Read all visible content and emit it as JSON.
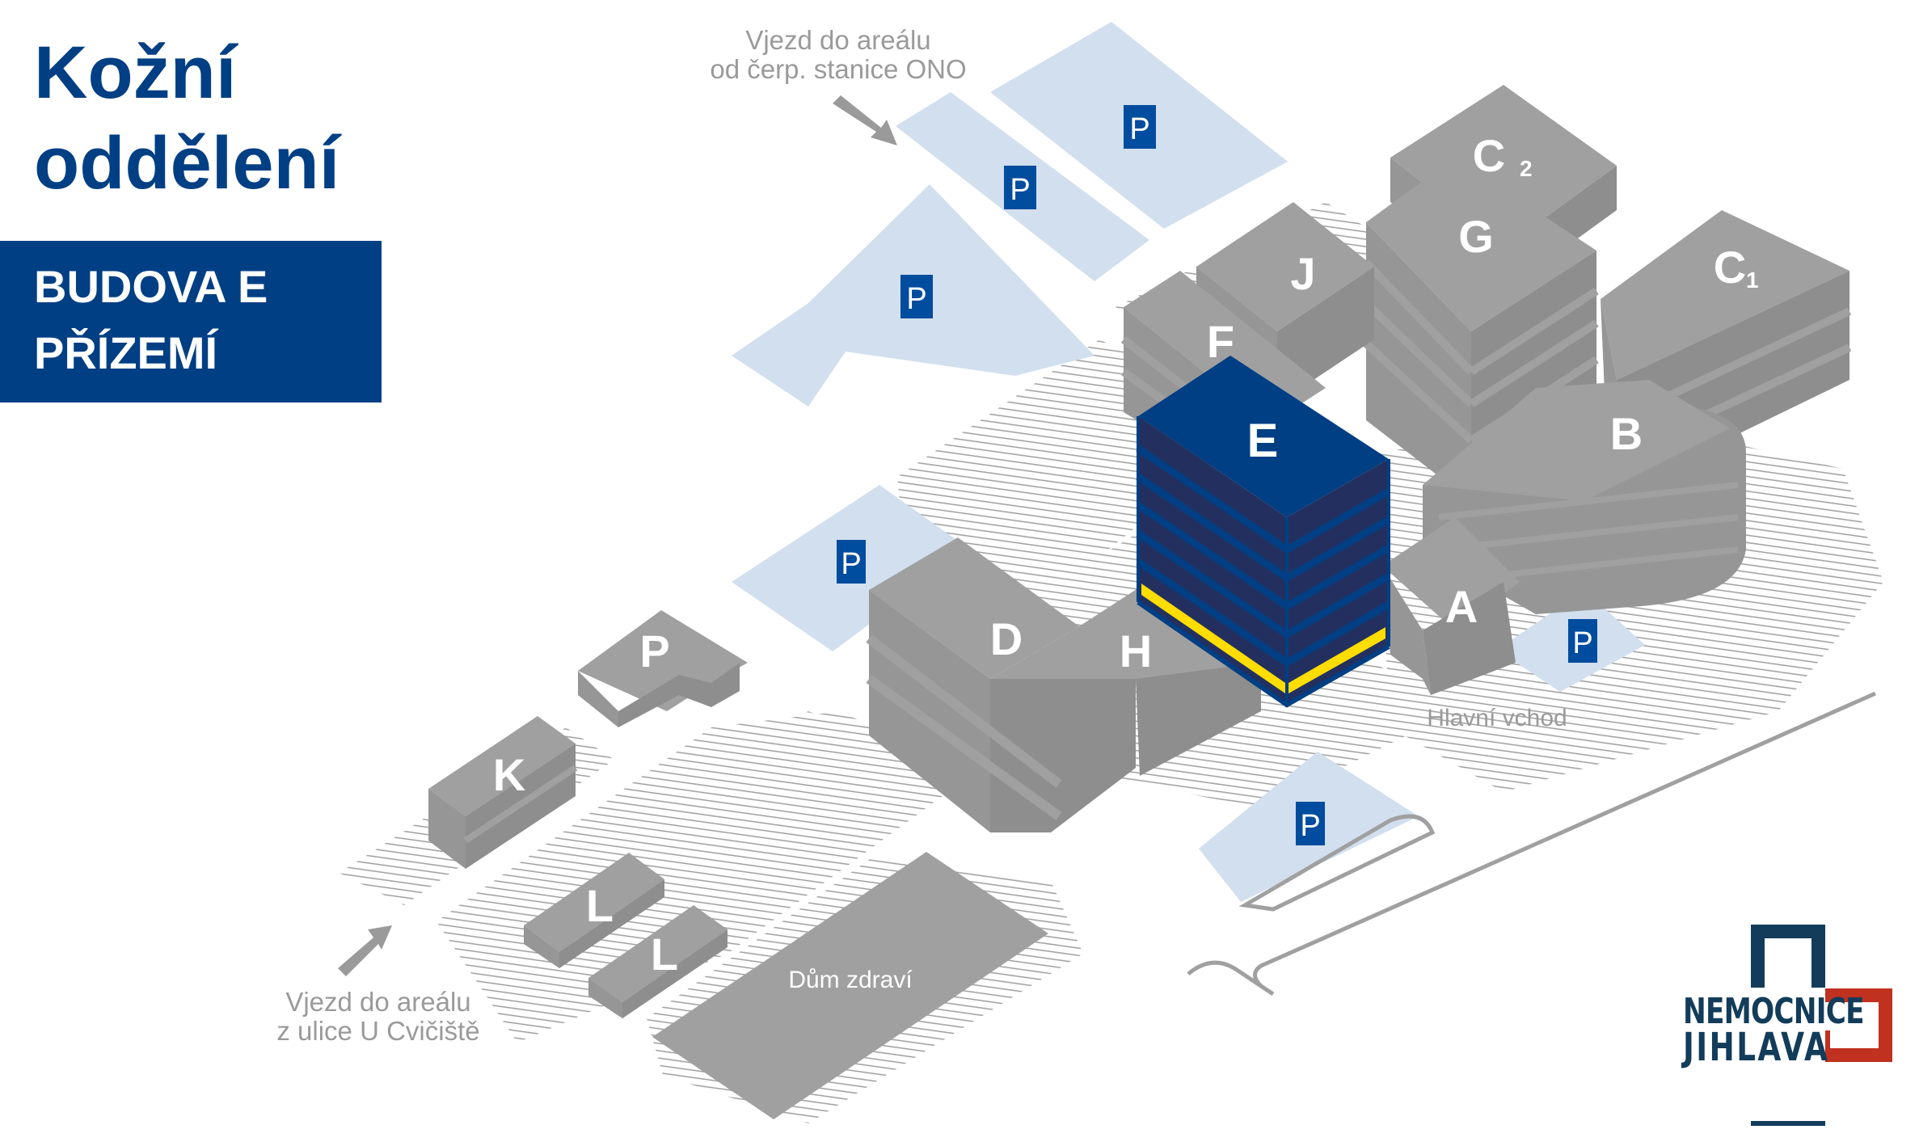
{
  "header": {
    "title_line1": "Kožní",
    "title_line2": "oddělení",
    "building_line": "BUDOVA E",
    "floor_line": "PŘÍZEMÍ"
  },
  "notes": {
    "entry_top_line1": "Vjezd do areálu",
    "entry_top_line2": "od čerp. stanice ONO",
    "entry_bottom_line1": "Vjezd do areálu",
    "entry_bottom_line2": "z ulice U Cvičiště",
    "main_entrance": "Hlavní vchod",
    "health_house": "Dům zdraví"
  },
  "buildings": {
    "A": "A",
    "B": "B",
    "C1": "C",
    "C1_sub": "1",
    "C2": "C",
    "C2_sub": "2",
    "D": "D",
    "E": "E",
    "F": "F",
    "G": "G",
    "H": "H",
    "J": "J",
    "K": "K",
    "L1": "L",
    "L2": "L",
    "P_garage": "P"
  },
  "highlighted_building": "E",
  "highlighted_floor": "PŘÍZEMÍ",
  "parking_label": "P",
  "logo": {
    "line1": "NEMOCNICE",
    "line2": "JIHLAVA"
  },
  "colors": {
    "brand_blue": "#003f84",
    "highlight_yellow": "#ffdd00",
    "parking_fill": "#d1dfee",
    "parking_sign": "#004c9e",
    "building_gray": "#a0a0a0",
    "logo_navy": "#123c5a",
    "logo_red": "#c0311f"
  }
}
